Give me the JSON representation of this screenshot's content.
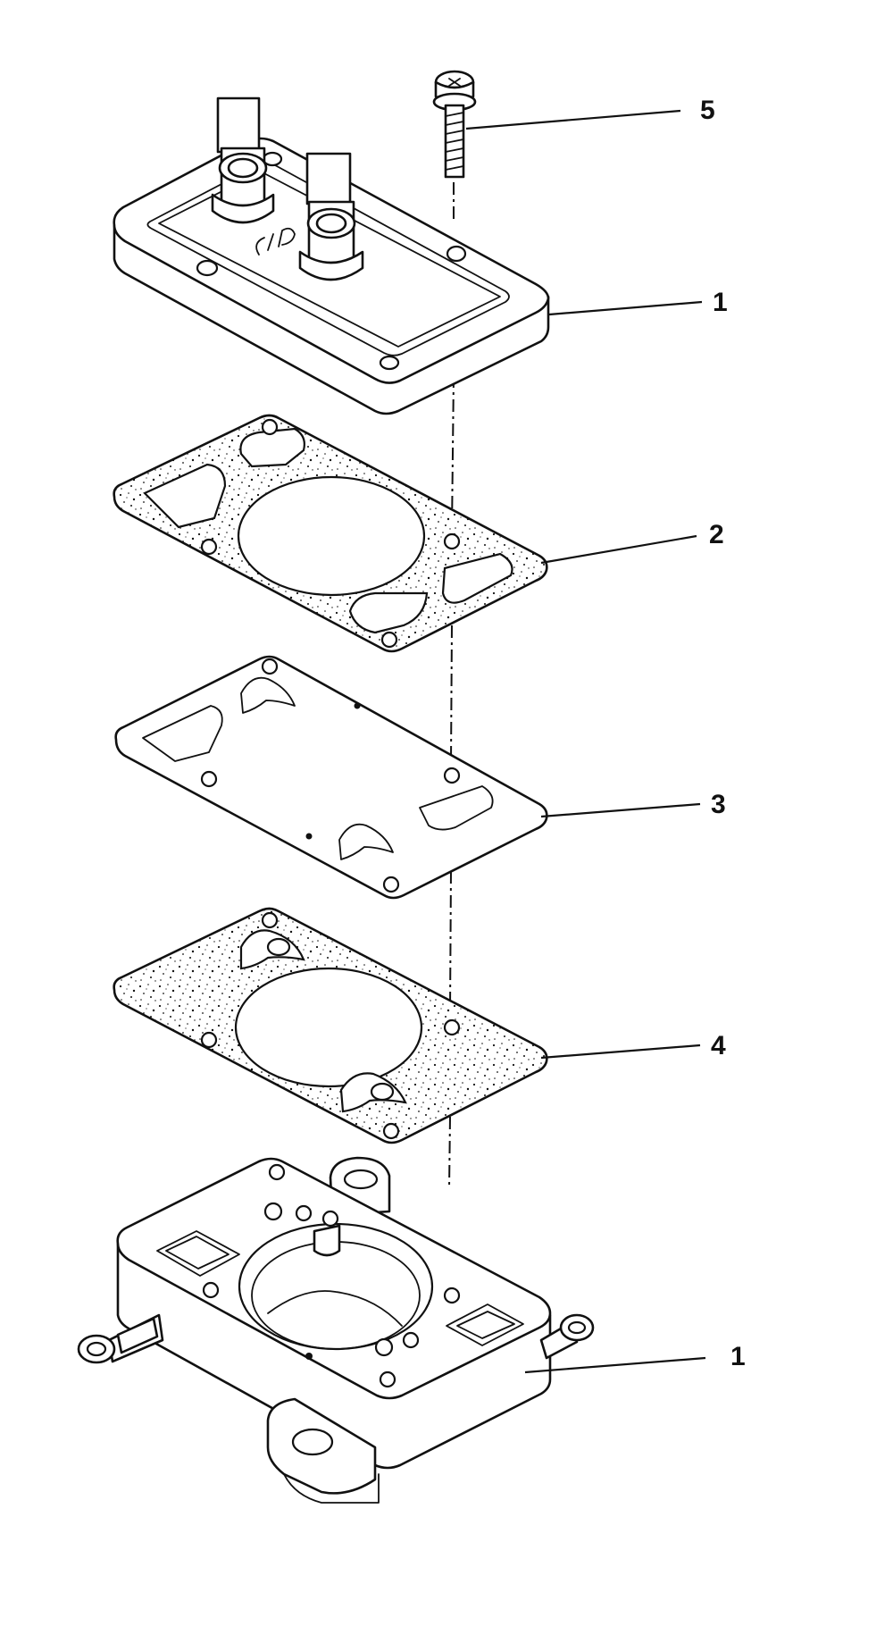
{
  "diagram": {
    "callouts": [
      {
        "id": "c5",
        "label": "5"
      },
      {
        "id": "c1a",
        "label": "1"
      },
      {
        "id": "c2",
        "label": "2"
      },
      {
        "id": "c3",
        "label": "3"
      },
      {
        "id": "c4",
        "label": "4"
      },
      {
        "id": "c1b",
        "label": "1"
      }
    ]
  }
}
